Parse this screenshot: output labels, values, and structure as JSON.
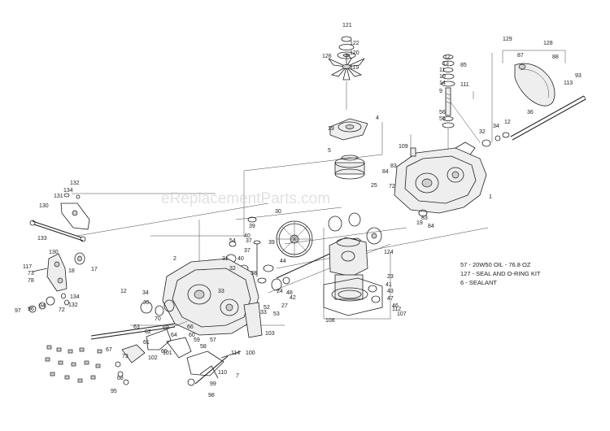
{
  "watermark": "eReplacementParts.com",
  "notes": [
    "57 - 20W50 OIL - 76.8 OZ",
    "127 - SEAL AND O-RING KIT",
    "6 - SEALANT"
  ],
  "part_labels": [
    "121",
    "122",
    "120",
    "126",
    "119",
    "129",
    "128",
    "87",
    "88",
    "93",
    "113",
    "12",
    "13",
    "11",
    "10",
    "14",
    "9",
    "85",
    "111",
    "56",
    "55",
    "36",
    "34",
    "32",
    "12",
    "4",
    "19",
    "5",
    "109",
    "83",
    "84",
    "72",
    "25",
    "1",
    "19",
    "83",
    "84",
    "132",
    "134",
    "131",
    "130",
    "133",
    "130",
    "117",
    "73",
    "78",
    "97",
    "96",
    "94",
    "72",
    "132",
    "134",
    "18",
    "17",
    "39",
    "40",
    "30",
    "37",
    "39",
    "54",
    "37",
    "40",
    "31",
    "32",
    "2",
    "38",
    "33",
    "44",
    "24",
    "48",
    "42",
    "27",
    "52",
    "53",
    "33",
    "103",
    "108",
    "124",
    "23",
    "41",
    "43",
    "47",
    "46",
    "107",
    "112",
    "12",
    "34",
    "35",
    "70",
    "69",
    "64",
    "65",
    "63",
    "62",
    "61",
    "66",
    "60",
    "59",
    "57",
    "58",
    "67",
    "73",
    "68",
    "102",
    "101",
    "99",
    "98",
    "110",
    "114",
    "100",
    "7",
    "95"
  ]
}
